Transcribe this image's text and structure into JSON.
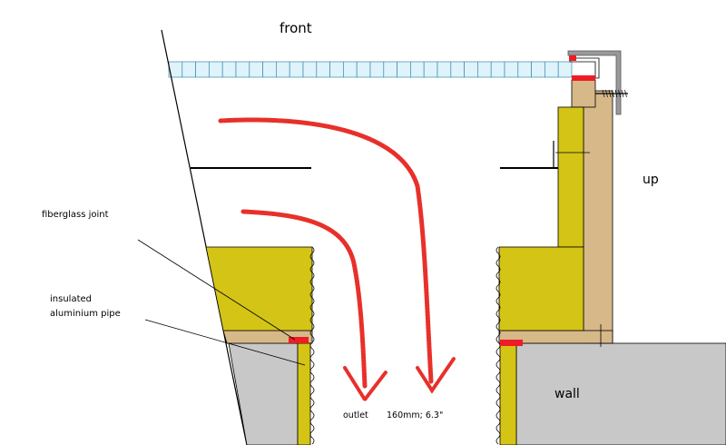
{
  "labels": {
    "front": "front",
    "up": "up",
    "wall": "wall",
    "fiberglass_joint": "fiberglass joint",
    "insulated_pipe_line1": "insulated",
    "insulated_pipe_line2": "aluminium pipe",
    "outlet": "outlet",
    "outlet_size": "160mm; 6.3\""
  },
  "colors": {
    "insulation": "#d4c416",
    "wood": "#d7b889",
    "wall": "#c8c8c8",
    "seal": "#ee1c24",
    "glass": "#dff3fa",
    "airflow": "#e8302a",
    "line": "#000000",
    "bracket": "#999999"
  }
}
